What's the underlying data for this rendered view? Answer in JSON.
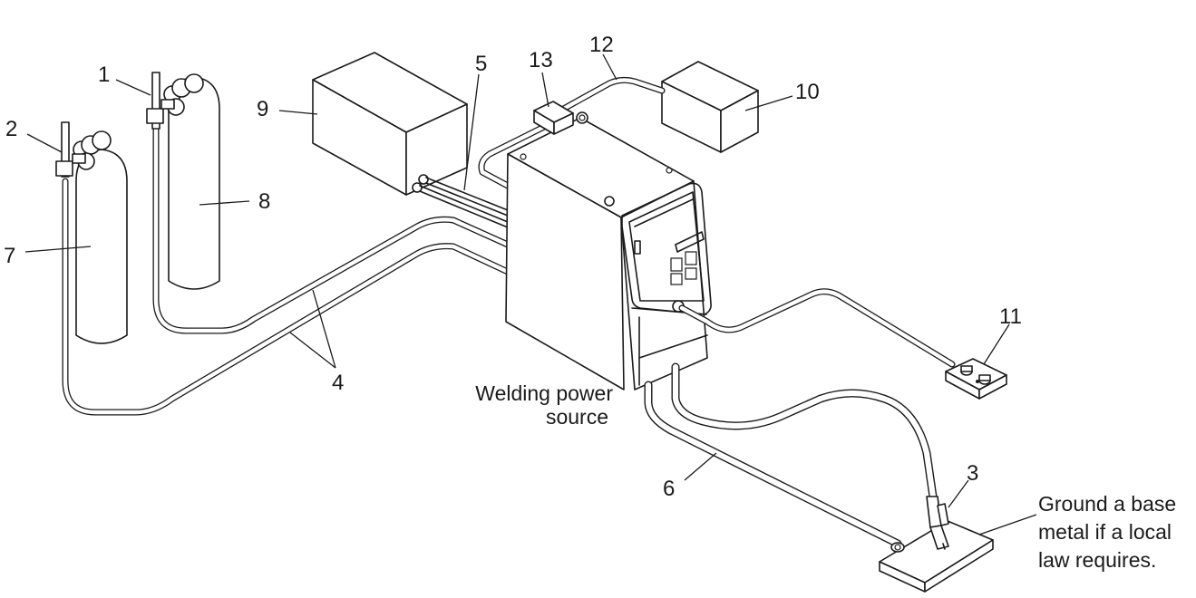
{
  "labels": {
    "n1": "1",
    "n2": "2",
    "n3": "3",
    "n4": "4",
    "n5": "5",
    "n6": "6",
    "n7": "7",
    "n8": "8",
    "n9": "9",
    "n10": "10",
    "n11": "11",
    "n12": "12",
    "n13": "13"
  },
  "captions": {
    "power_source_line1": "Welding power",
    "power_source_line2": "source",
    "ground_line1": "Ground a base",
    "ground_line2": "metal if a local",
    "ground_line3": "law requires."
  }
}
